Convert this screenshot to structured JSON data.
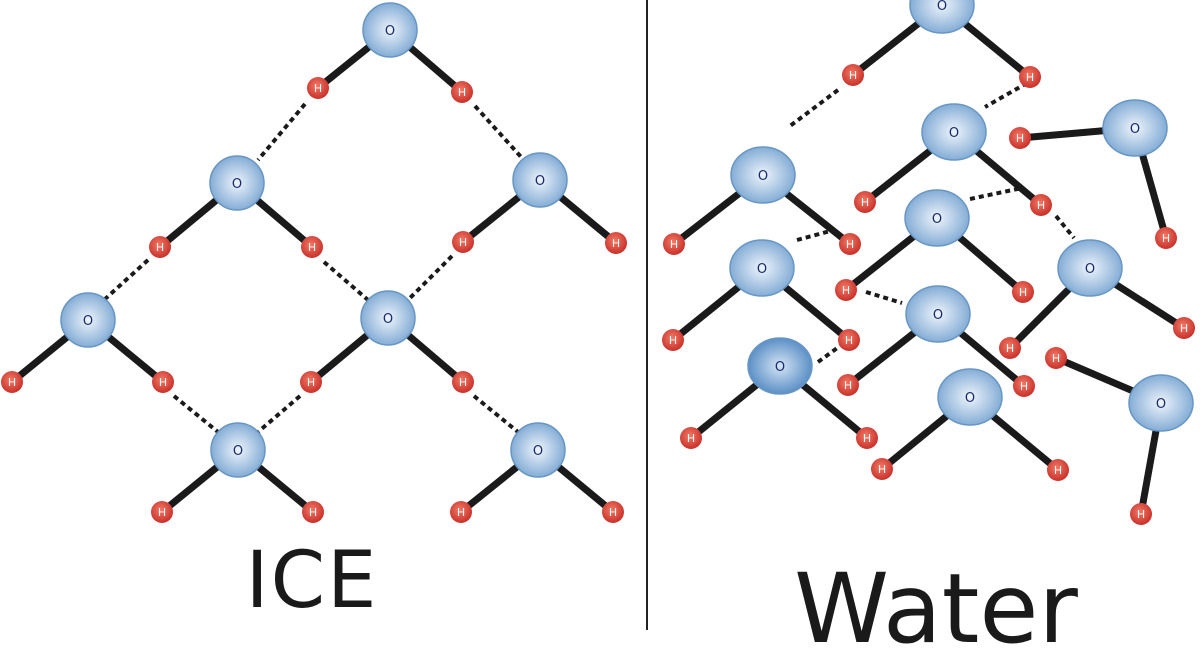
{
  "panels": {
    "ice": {
      "title": "ICE"
    },
    "water": {
      "title": "Water"
    }
  },
  "atoms": {
    "oxygen_label": "O",
    "hydrogen_label": "H"
  },
  "colors": {
    "oxygen_fill_center": "#eef4fb",
    "oxygen_fill_edge": "#7aa6d2",
    "oxygen_stroke": "#6896c4",
    "oxygen_text": "#1a2a6a",
    "hydrogen_fill": "#d23a2c",
    "hydrogen_highlight": "#f07a66",
    "hydrogen_text": "#ffffff",
    "covalent_bond": "#1a1a1a",
    "hydrogen_bond": "#1a1a1a"
  }
}
